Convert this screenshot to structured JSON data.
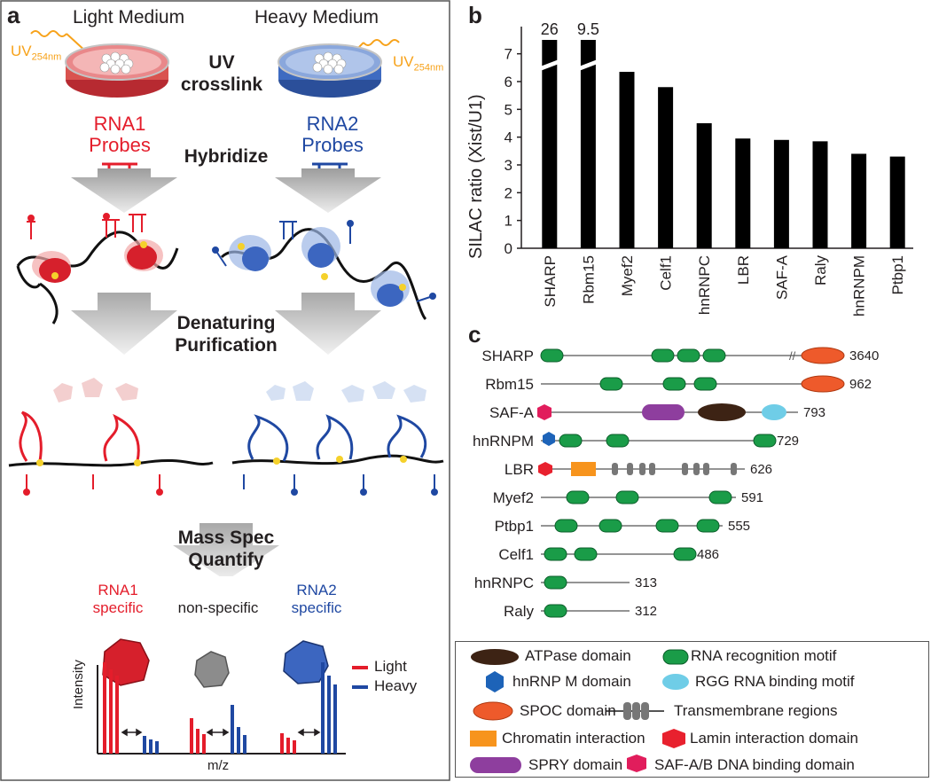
{
  "panel_a": {
    "label": "a",
    "light_medium": "Light Medium",
    "heavy_medium": "Heavy Medium",
    "uv_left": "UV",
    "uv_left_sub": "254nm",
    "uv_right": "UV",
    "uv_right_sub": "254nm",
    "uv_step_line1": "UV",
    "uv_step_line2": "crosslink",
    "rna1_line1": "RNA1",
    "rna1_line2": "Probes",
    "rna2_line1": "RNA2",
    "rna2_line2": "Probes",
    "hybridize": "Hybridize",
    "denature_line1": "Denaturing",
    "denature_line2": "Purification",
    "mass_line1": "Mass Spec",
    "mass_line2": "Quantify",
    "rna1_specific_line1": "RNA1",
    "rna1_specific_line2": "specific",
    "non_specific": "non-specific",
    "rna2_specific_line1": "RNA2",
    "rna2_specific_line2": "specific",
    "legend_light": "Light",
    "legend_heavy": "Heavy",
    "y_axis": "Intensity",
    "x_axis": "m/z",
    "colors": {
      "red": "#e41d2b",
      "blue": "#1f48a2",
      "uv": "#f7a21a"
    }
  },
  "panel_b": {
    "label": "b"
  },
  "chart_data": {
    "type": "bar",
    "categories": [
      "SHARP",
      "Rbm15",
      "Myef2",
      "Celf1",
      "hnRNPC",
      "LBR",
      "SAF-A",
      "Raly",
      "hnRNPM",
      "Ptbp1"
    ],
    "values": [
      26,
      9.5,
      6.35,
      5.8,
      4.5,
      3.95,
      3.9,
      3.85,
      3.4,
      3.3
    ],
    "value_labels": [
      "26",
      "9.5",
      "",
      "",
      "",
      "",
      "",
      "",
      "",
      ""
    ],
    "ylabel": "SILAC ratio (Xist/U1)",
    "ylim": [
      0,
      7.5
    ],
    "yticks": [
      "0",
      "1",
      "2",
      "3",
      "4",
      "5",
      "6",
      "7"
    ],
    "axis_break": true,
    "bar_color": "#000000"
  },
  "panel_c": {
    "label": "c",
    "proteins": [
      {
        "name": "SHARP",
        "length": "3640"
      },
      {
        "name": "Rbm15",
        "length": "962"
      },
      {
        "name": "SAF-A",
        "length": "793"
      },
      {
        "name": "hnRNPM",
        "length": "729"
      },
      {
        "name": "LBR",
        "length": "626"
      },
      {
        "name": "Myef2",
        "length": "591"
      },
      {
        "name": "Ptbp1",
        "length": "555"
      },
      {
        "name": "Celf1",
        "length": "486"
      },
      {
        "name": "hnRNPC",
        "length": "313"
      },
      {
        "name": "Raly",
        "length": "312"
      }
    ],
    "legend": {
      "atpase": "ATPase domain",
      "rrm": "RNA recognition motif",
      "hnrnpm": "hnRNP M domain",
      "rgg": "RGG RNA binding motif",
      "spoc": "SPOC domain",
      "tm": "Transmembrane regions",
      "chromatin": "Chromatin interaction",
      "lamin": "Lamin interaction domain",
      "spry": "SPRY domain",
      "safab": "SAF-A/B DNA binding domain"
    },
    "colors": {
      "rrm": "#1a9c48",
      "spoc": "#ee5a2b",
      "atpase": "#3d2314",
      "rgg": "#6fcde7",
      "spry": "#8e3e9e",
      "hnrnpm": "#1d63b8",
      "chromatin": "#f7941d",
      "lamin": "#e8212e",
      "safab": "#e11d5c",
      "tm": "#777777"
    }
  }
}
